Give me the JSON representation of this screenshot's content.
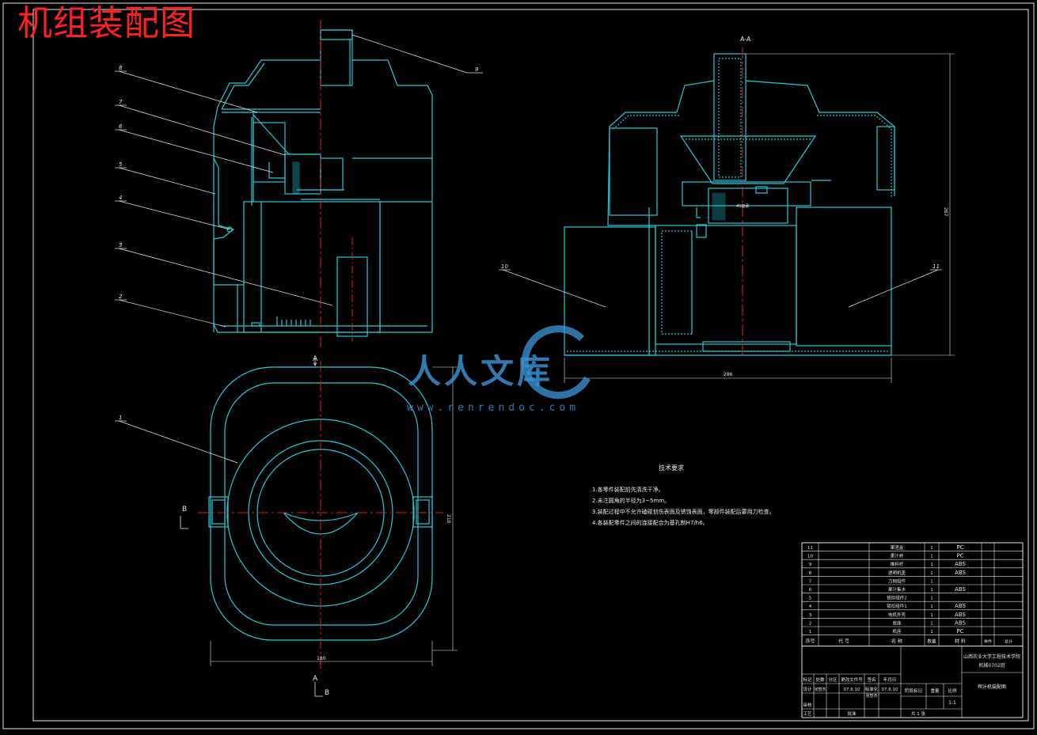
{
  "title": "机组装配图",
  "section_label": "A-A",
  "view_labels": {
    "a_top": "A",
    "a_bottom": "A",
    "b_left": "B",
    "b_bottom": "B"
  },
  "part_callouts": [
    "9",
    "8",
    "7",
    "6",
    "5",
    "4",
    "3",
    "2",
    "1",
    "10",
    "11"
  ],
  "dimensions": {
    "height": "267",
    "width": "286",
    "plan_width": "180",
    "plan_height": "210"
  },
  "inner_label": "45轴承",
  "tech_requirements": {
    "title": "技术要求",
    "items": [
      "1.各零件装配前先清洗干净。",
      "2.未注圆角的半径为3~5mm。",
      "3.装配过程中不允许磕碰划伤表面及锈蚀表面，零部件装配后要用力检查。",
      "4.各装配零件之间的连接配合为基孔制H7/h6。"
    ]
  },
  "bom": {
    "headers": {
      "seq": "序号",
      "code": "代 号",
      "name": "名 称",
      "qty": "数量",
      "material": "材 料",
      "unit_weight": "单件",
      "total_weight": "总计"
    },
    "rows": [
      {
        "seq": "11",
        "name": "果渣盒",
        "qty": "1",
        "material": "PC"
      },
      {
        "seq": "10",
        "name": "果汁杯",
        "qty": "1",
        "material": "PC"
      },
      {
        "seq": "9",
        "name": "推料杆",
        "qty": "1",
        "material": "ABS"
      },
      {
        "seq": "8",
        "name": "透明机盖",
        "qty": "1",
        "material": "ABS"
      },
      {
        "seq": "7",
        "name": "刀网组件",
        "qty": "1",
        "material": ""
      },
      {
        "seq": "6",
        "name": "果汁集水",
        "qty": "1",
        "material": "ABS"
      },
      {
        "seq": "5",
        "name": "锁扣组件2",
        "qty": "1",
        "material": ""
      },
      {
        "seq": "4",
        "name": "锁扣组件1",
        "qty": "1",
        "material": "ABS"
      },
      {
        "seq": "3",
        "name": "电机外壳",
        "qty": "1",
        "material": "ABS"
      },
      {
        "seq": "2",
        "name": "底座",
        "qty": "1",
        "material": "ABS"
      },
      {
        "seq": "1",
        "name": "机座",
        "qty": "1",
        "material": "PC"
      }
    ]
  },
  "title_block": {
    "school": "山西农业大学工程技术学院",
    "class": "机械0702班",
    "drawing_name": "榨汁机装配图",
    "labels": {
      "mark": "标记",
      "count": "处数",
      "zone": "分区",
      "doc": "更改文件号",
      "sign": "签名",
      "date": "年月日",
      "design": "设计",
      "standard": "标准化",
      "stage": "阶段标记",
      "weight": "重量",
      "scale": "比例",
      "review": "审核",
      "process": "工艺",
      "approve": "批准",
      "sheet_info": "共 1 张"
    },
    "designer": "张智杰",
    "design_date": "07.6.10",
    "standardizer": "张智杰",
    "standard_date": "07.6.10",
    "scale_value": "1:1"
  },
  "watermark": {
    "text": "人人文库",
    "url": "www.renrendoc.com"
  },
  "colors": {
    "line": "#26c9d9",
    "center": "#e02020",
    "leader": "#e8e8e8",
    "title": "#ff2020",
    "watermark": "#3a8fd0"
  }
}
